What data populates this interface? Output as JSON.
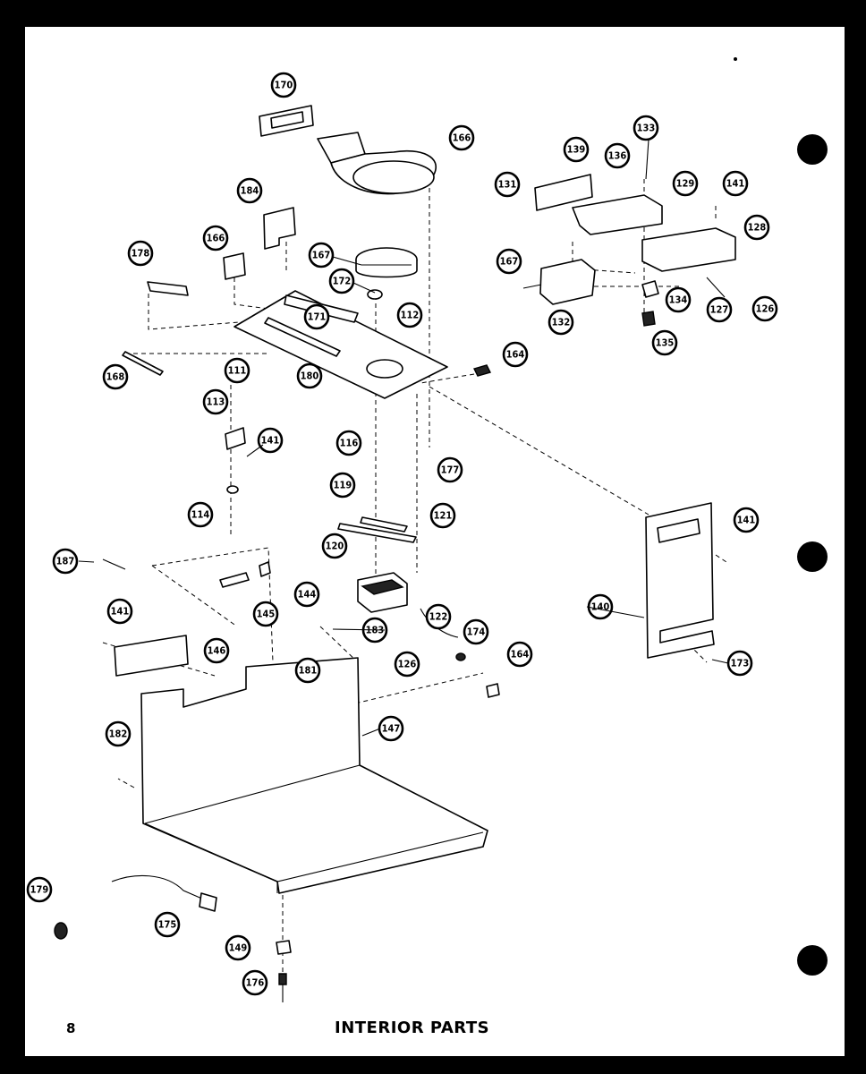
{
  "page": {
    "number": "8",
    "title": "INTERIOR PARTS"
  },
  "callouts": [
    {
      "label": "170"
    },
    {
      "label": "166"
    },
    {
      "label": "184"
    },
    {
      "label": "178"
    },
    {
      "label": "166"
    },
    {
      "label": "167"
    },
    {
      "label": "172"
    },
    {
      "label": "171"
    },
    {
      "label": "112"
    },
    {
      "label": "168"
    },
    {
      "label": "111"
    },
    {
      "label": "180"
    },
    {
      "label": "113"
    },
    {
      "label": "141"
    },
    {
      "label": "114"
    },
    {
      "label": "164"
    },
    {
      "label": "177"
    },
    {
      "label": "116"
    },
    {
      "label": "119"
    },
    {
      "label": "121"
    },
    {
      "label": "120"
    },
    {
      "label": "122"
    },
    {
      "label": "126"
    },
    {
      "label": "174"
    },
    {
      "label": "164"
    },
    {
      "label": "187"
    },
    {
      "label": "144"
    },
    {
      "label": "145"
    },
    {
      "label": "141"
    },
    {
      "label": "146"
    },
    {
      "label": "183"
    },
    {
      "label": "181"
    },
    {
      "label": "147"
    },
    {
      "label": "182"
    },
    {
      "label": "179"
    },
    {
      "label": "175"
    },
    {
      "label": "149"
    },
    {
      "label": "176"
    },
    {
      "label": "133"
    },
    {
      "label": "139"
    },
    {
      "label": "136"
    },
    {
      "label": "131"
    },
    {
      "label": "129"
    },
    {
      "label": "141"
    },
    {
      "label": "128"
    },
    {
      "label": "167"
    },
    {
      "label": "132"
    },
    {
      "label": "134"
    },
    {
      "label": "127"
    },
    {
      "label": "126"
    },
    {
      "label": "135"
    },
    {
      "label": "141"
    },
    {
      "label": "140"
    },
    {
      "label": "173"
    }
  ]
}
